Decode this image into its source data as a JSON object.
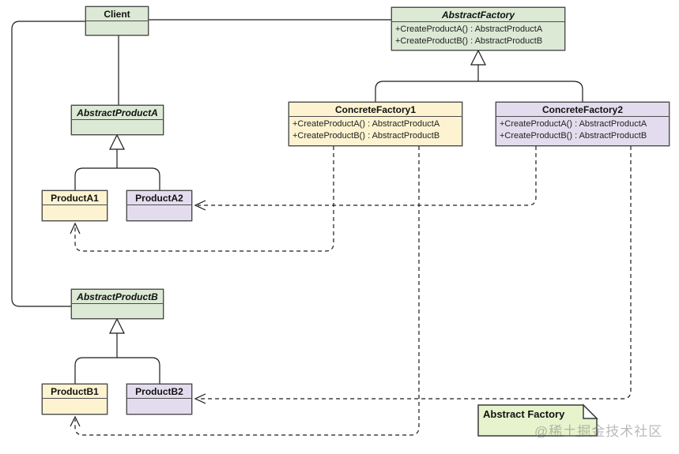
{
  "diagram": {
    "kind": "uml-class-diagram",
    "pattern_note": "Abstract Factory",
    "watermark": "@稀土掘金技术社区"
  },
  "classes": {
    "client": {
      "name": "Client",
      "stereotype": "concrete",
      "methods": []
    },
    "abstractFactory": {
      "name": "AbstractFactory",
      "stereotype": "abstract",
      "methods": [
        "+CreateProductA() : AbstractProductA",
        "+CreateProductB() : AbstractProductB"
      ]
    },
    "concreteFactory1": {
      "name": "ConcreteFactory1",
      "stereotype": "concrete",
      "methods": [
        "+CreateProductA() : AbstractProductA",
        "+CreateProductB() : AbstractProductB"
      ]
    },
    "concreteFactory2": {
      "name": "ConcreteFactory2",
      "stereotype": "concrete",
      "methods": [
        "+CreateProductA() : AbstractProductA",
        "+CreateProductB() : AbstractProductB"
      ]
    },
    "abstractProductA": {
      "name": "AbstractProductA",
      "stereotype": "abstract",
      "methods": []
    },
    "productA1": {
      "name": "ProductA1",
      "stereotype": "concrete",
      "methods": []
    },
    "productA2": {
      "name": "ProductA2",
      "stereotype": "concrete",
      "methods": []
    },
    "abstractProductB": {
      "name": "AbstractProductB",
      "stereotype": "abstract",
      "methods": []
    },
    "productB1": {
      "name": "ProductB1",
      "stereotype": "concrete",
      "methods": []
    },
    "productB2": {
      "name": "ProductB2",
      "stereotype": "concrete",
      "methods": []
    }
  },
  "relationships": [
    {
      "from": "Client",
      "to": "AbstractFactory",
      "type": "association"
    },
    {
      "from": "Client",
      "to": "AbstractProductA",
      "type": "association"
    },
    {
      "from": "Client",
      "to": "AbstractProductB",
      "type": "association"
    },
    {
      "from": "ConcreteFactory1",
      "to": "AbstractFactory",
      "type": "generalization"
    },
    {
      "from": "ConcreteFactory2",
      "to": "AbstractFactory",
      "type": "generalization"
    },
    {
      "from": "ProductA1",
      "to": "AbstractProductA",
      "type": "generalization"
    },
    {
      "from": "ProductA2",
      "to": "AbstractProductA",
      "type": "generalization"
    },
    {
      "from": "ProductB1",
      "to": "AbstractProductB",
      "type": "generalization"
    },
    {
      "from": "ProductB2",
      "to": "AbstractProductB",
      "type": "generalization"
    },
    {
      "from": "ConcreteFactory1",
      "to": "ProductA1",
      "type": "dependency"
    },
    {
      "from": "ConcreteFactory1",
      "to": "ProductB1",
      "type": "dependency"
    },
    {
      "from": "ConcreteFactory2",
      "to": "ProductA2",
      "type": "dependency"
    },
    {
      "from": "ConcreteFactory2",
      "to": "ProductB2",
      "type": "dependency"
    }
  ],
  "colors": {
    "abstract_fill": "#dce9d5",
    "family1_fill": "#fdf3d0",
    "family2_fill": "#e3dcee",
    "note_fill": "#e7f3cc",
    "stroke": "#4c4c4c",
    "line": "#1a1a1a",
    "watermark_gray": "#828282"
  }
}
